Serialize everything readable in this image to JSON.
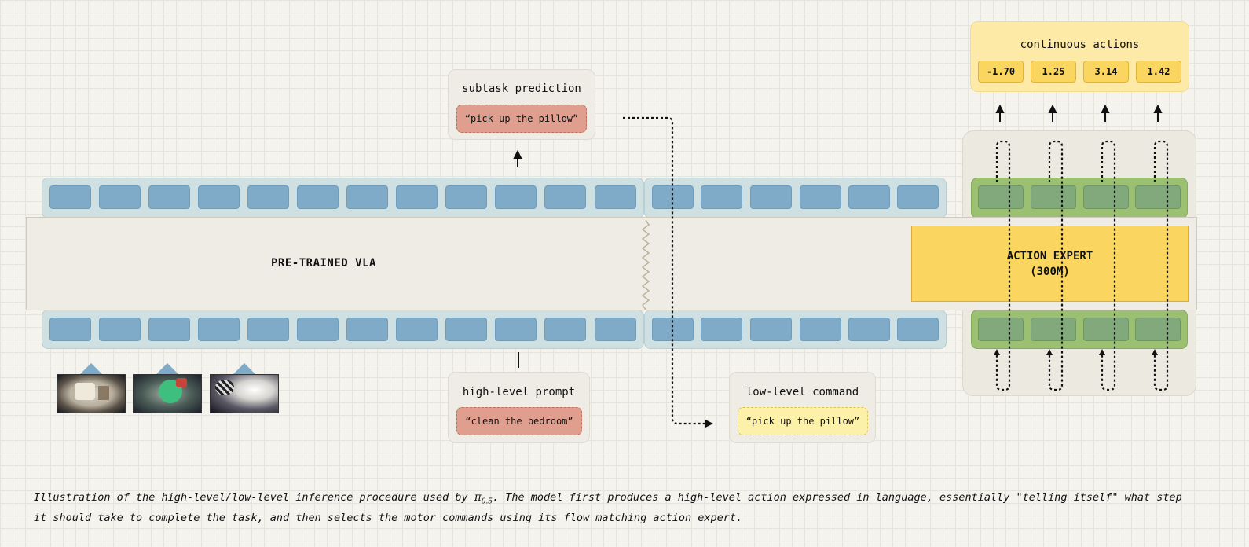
{
  "vla": {
    "label": "PRE-TRAINED VLA"
  },
  "action_expert": {
    "label_line1": "ACTION EXPERT",
    "label_line2": "(300M)"
  },
  "subtask": {
    "title": "subtask prediction",
    "text": "“pick up the pillow”"
  },
  "high_level": {
    "title": "high-level prompt",
    "text": "“clean the bedroom”"
  },
  "low_level": {
    "title": "low-level command",
    "text": "“pick up the pillow”"
  },
  "actions": {
    "title": "continuous actions",
    "values": [
      "-1.70",
      "1.25",
      "3.14",
      "1.42"
    ]
  },
  "caption": {
    "before": "Illustration of the high-level/low-level inference procedure used by ",
    "symbol": "π",
    "subscript": "0.5",
    "after": ". The model first produces a high-level action expressed in language, essentially \"telling itself\" what step it should take to complete the task, and then selects the motor commands using its flow matching action expert."
  },
  "colors": {
    "token_blue": "#7fabc9",
    "token_green": "#82a97c",
    "expert_yellow": "#fad55f",
    "prompt_red": "#df9e8e",
    "command_yellow": "#fdf0a8"
  },
  "icons": [
    "camera-image-1",
    "camera-image-2",
    "camera-image-3",
    "up-arrow-icon",
    "dotted-flow-arrow"
  ]
}
